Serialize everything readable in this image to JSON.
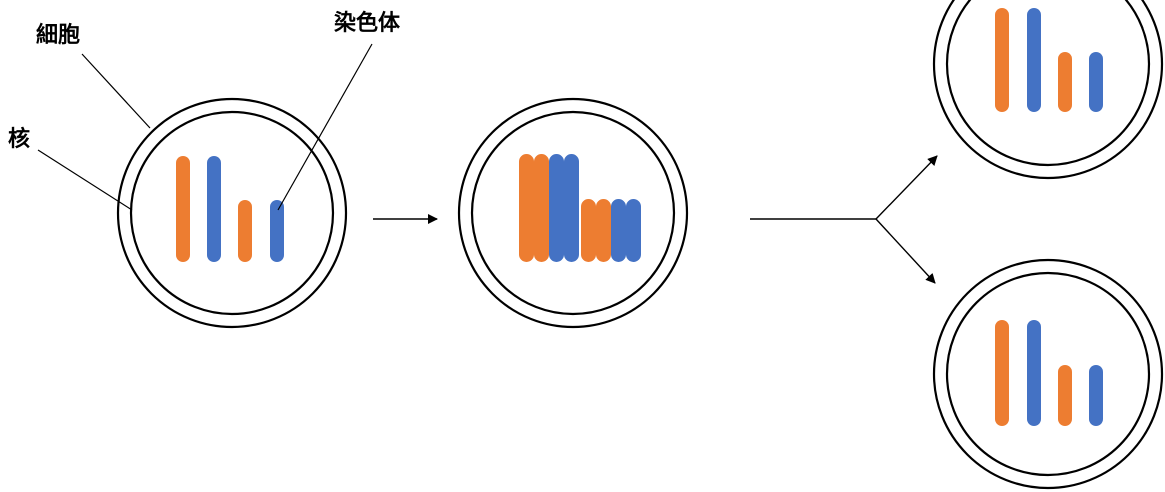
{
  "labels": {
    "cell": "細胞",
    "chromosome": "染色体",
    "nucleus": "核"
  },
  "colors": {
    "orange": "#ED7D31",
    "blue": "#4472C4",
    "outline": "#000000"
  },
  "stages": [
    {
      "name": "original-cell",
      "chromosomes": [
        "orange-long",
        "blue-long",
        "orange-short",
        "blue-short"
      ]
    },
    {
      "name": "replicated-cell",
      "chromosomes": [
        "orange-long",
        "orange-long",
        "blue-long",
        "blue-long",
        "orange-short",
        "orange-short",
        "blue-short",
        "blue-short"
      ]
    },
    {
      "name": "daughter-cell-top",
      "chromosomes": [
        "orange-long",
        "blue-long",
        "orange-short",
        "blue-short"
      ]
    },
    {
      "name": "daughter-cell-bottom",
      "chromosomes": [
        "orange-long",
        "blue-long",
        "orange-short",
        "blue-short"
      ]
    }
  ]
}
